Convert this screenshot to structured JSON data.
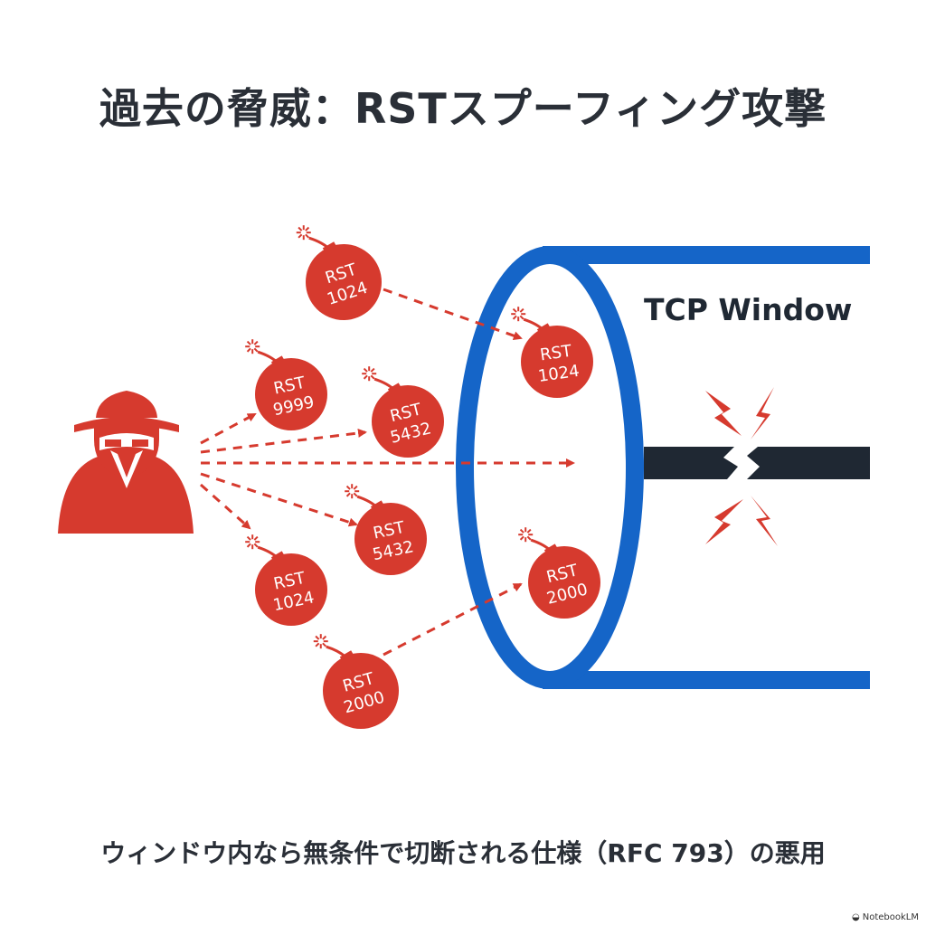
{
  "title": "過去の脅威：RSTスプーフィング攻撃",
  "window_label": "TCP Window",
  "caption": "ウィンドウ内なら無条件で切断される仕様（RFC 793）の悪用",
  "brand": "NotebookLM",
  "colors": {
    "attack_red": "#d63a2e",
    "pipe_blue": "#1565c8",
    "cable_dark": "#1f2833",
    "text_dark": "#2a2f37"
  },
  "bombs": [
    {
      "label": "RST",
      "number": "1024",
      "inside_window": false
    },
    {
      "label": "RST",
      "number": "9999",
      "inside_window": false
    },
    {
      "label": "RST",
      "number": "5432",
      "inside_window": false
    },
    {
      "label": "RST",
      "number": "5432",
      "inside_window": false
    },
    {
      "label": "RST",
      "number": "1024",
      "inside_window": false
    },
    {
      "label": "RST",
      "number": "2000",
      "inside_window": false
    },
    {
      "label": "RST",
      "number": "1024",
      "inside_window": true
    },
    {
      "label": "RST",
      "number": "2000",
      "inside_window": true
    }
  ],
  "icons": [
    "hacker-icon",
    "bomb-icon",
    "lightning-icon",
    "broken-cable-icon"
  ]
}
